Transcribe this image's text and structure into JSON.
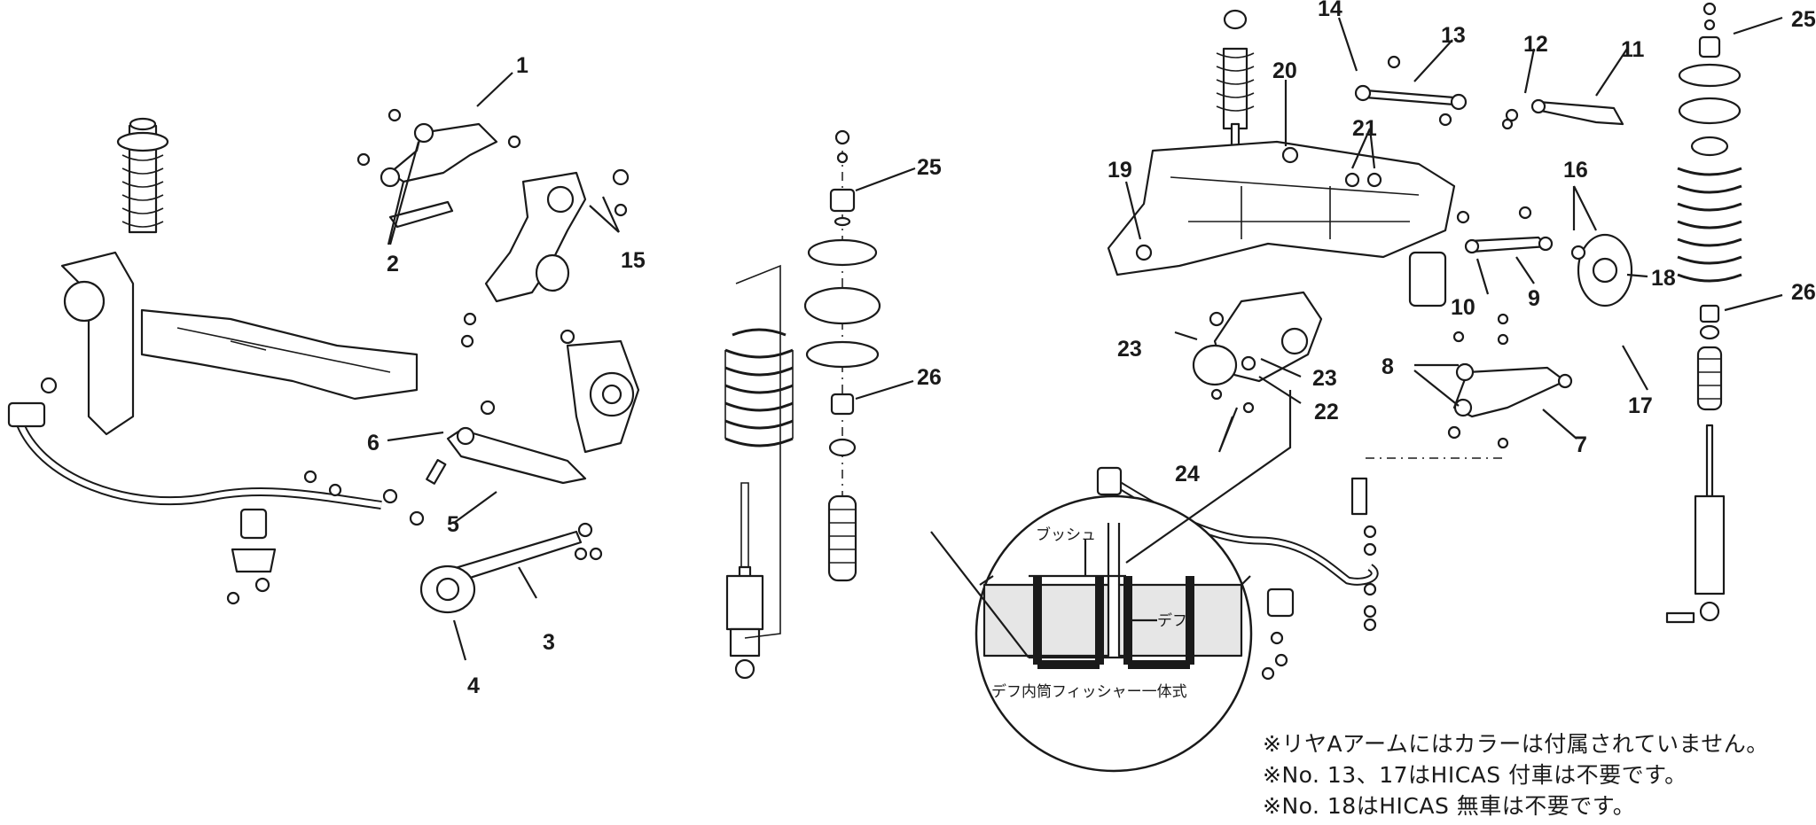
{
  "callouts": {
    "c1": "1",
    "c2": "2",
    "c3": "3",
    "c4": "4",
    "c5": "5",
    "c6": "6",
    "c15": "15",
    "c25a": "25",
    "c26a": "26",
    "c14": "14",
    "c13": "13",
    "c12": "12",
    "c11": "11",
    "c20": "20",
    "c21": "21",
    "c19": "19",
    "c16": "16",
    "c18": "18",
    "c10": "10",
    "c9": "9",
    "c17": "17",
    "c8": "8",
    "c7": "7",
    "c23a": "23",
    "c23b": "23",
    "c22": "22",
    "c24": "24",
    "c25b": "25",
    "c26b": "26"
  },
  "detail": {
    "bush_label": "ブッシュ",
    "diff_label": "デフ",
    "caption": "デフ内筒フィッシャー一体式"
  },
  "notes": [
    "※リヤAアームにはカラーは付属されていません。",
    "※No. 13、17はHICAS 付車は不要です。",
    "※No. 18はHICAS 無車は不要です。"
  ]
}
